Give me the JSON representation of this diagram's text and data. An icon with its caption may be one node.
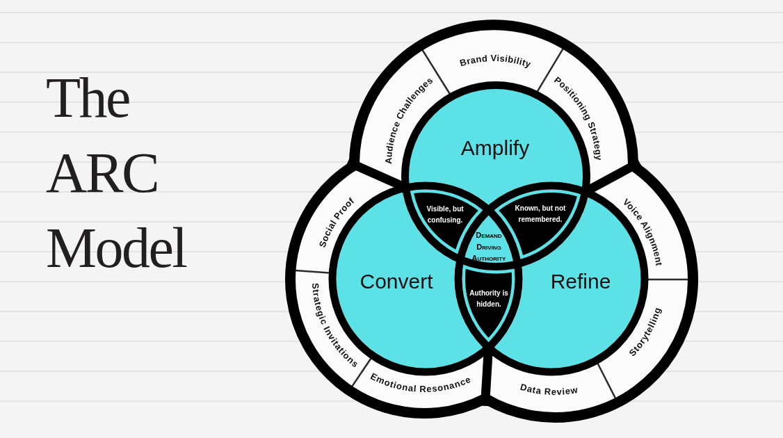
{
  "diagram": {
    "title": "The ARC Model",
    "nodes": [
      {
        "text": [
          "Audience Challenges"
        ]
      },
      {
        "text": [
          "Brand Visibility"
        ]
      },
      {
        "text": [
          "Positioning Strategy"
        ]
      },
      {
        "text": [
          "Amplify"
        ]
      },
      {
        "text": [
          "Social Proof"
        ]
      },
      {
        "text": [
          "Voice Alignment"
        ]
      },
      {
        "text": [
          "Visible, but confusing."
        ]
      },
      {
        "text": [
          "Known, but not remembered."
        ]
      },
      {
        "text": [
          "Demand Driving Authority"
        ]
      },
      {
        "text": [
          "Convert"
        ]
      },
      {
        "text": [
          "Refine"
        ]
      },
      {
        "text": [
          "Strategic Invitations"
        ]
      },
      {
        "text": [
          "Storytelling"
        ]
      },
      {
        "text": [
          "Authority is hidden."
        ]
      },
      {
        "text": [
          "Emotional Resonance"
        ]
      },
      {
        "text": [
          "Data Review"
        ]
      }
    ]
  }
}
